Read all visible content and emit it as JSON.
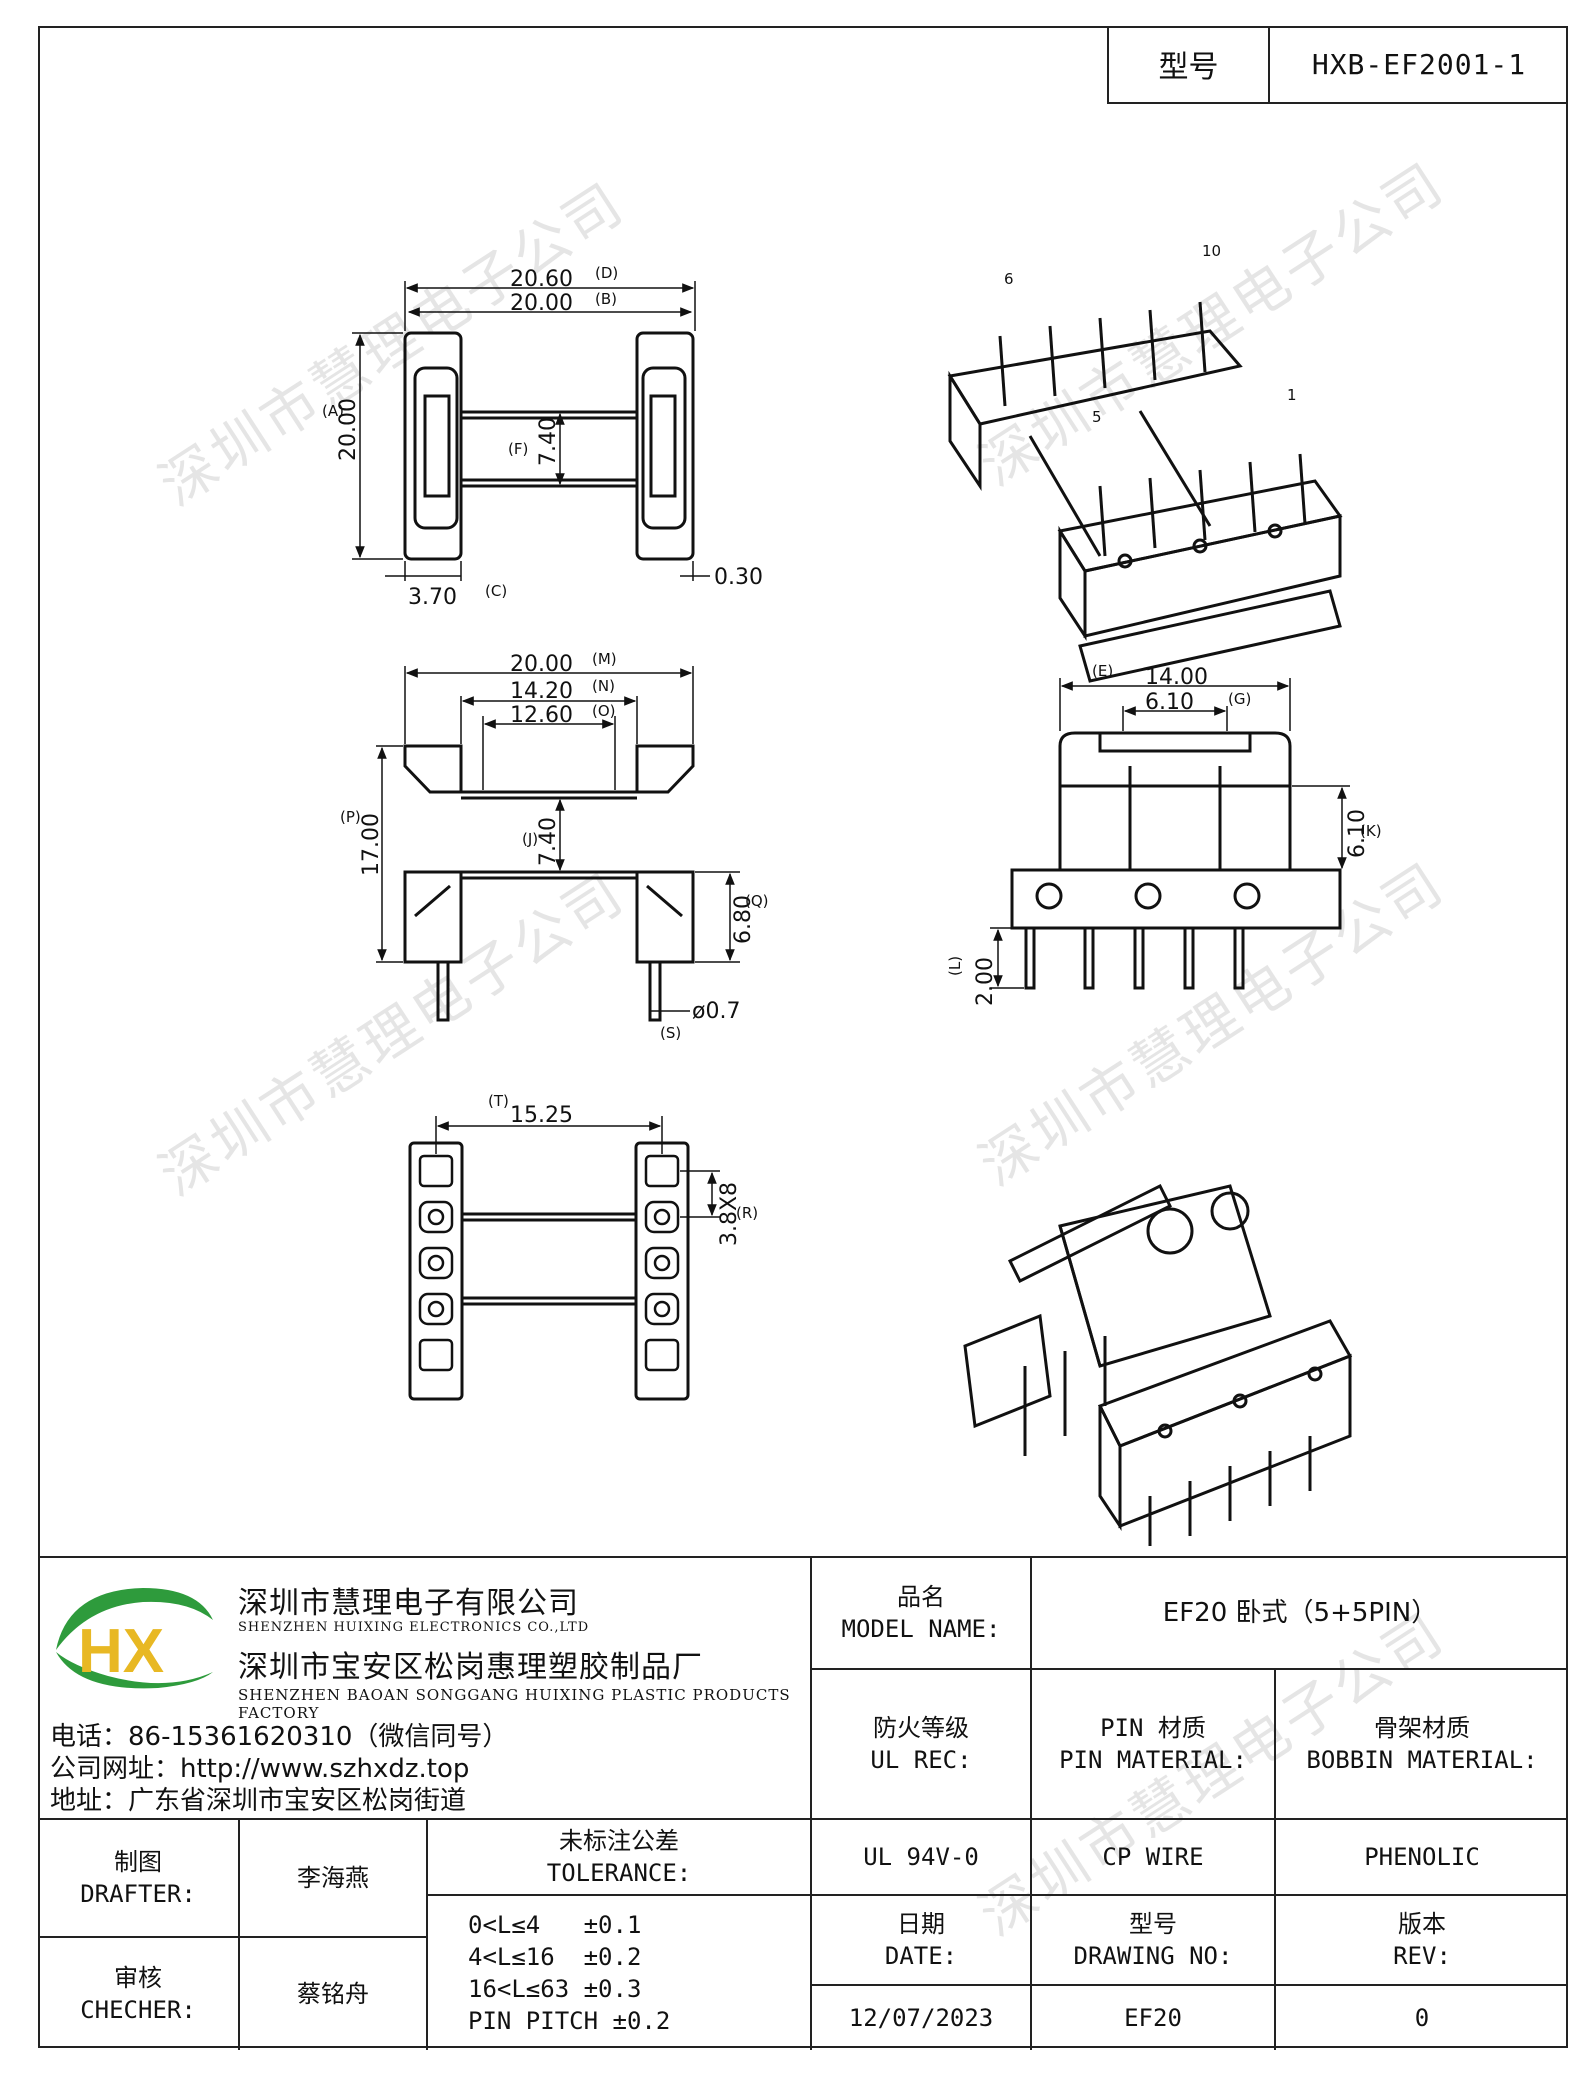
{
  "header": {
    "model_label": "型号",
    "model_value": "HXB-EF2001-1"
  },
  "watermark": "深圳市慧理电子公司",
  "drawing": {
    "top_view": {
      "d": "20.60",
      "d_tag": "(D)",
      "b": "20.00",
      "b_tag": "(B)",
      "a": "20.00",
      "a_tag": "(A)",
      "f": "7.40",
      "f_tag": "(F)",
      "c": "3.70",
      "c_tag": "(C)",
      "t": "0.30"
    },
    "front_view": {
      "m": "20.00",
      "m_tag": "(M)",
      "n": "14.20",
      "n_tag": "(N)",
      "o": "12.60",
      "o_tag": "(O)",
      "p": "17.00",
      "p_tag": "(P)",
      "j": "7.40",
      "j_tag": "(J)",
      "q": "6.80",
      "q_tag": "(Q)",
      "s": "ø0.7",
      "s_tag": "(S)"
    },
    "side_view": {
      "e": "14.00",
      "e_tag": "(E)",
      "g": "6.10",
      "g_tag": "(G)",
      "k": "6.10",
      "k_tag": "(K)",
      "l": "2.00",
      "l_tag": "(L)"
    },
    "bottom_view": {
      "t": "15.25",
      "t_tag": "(T)",
      "r": "3.8X8",
      "r_tag": "(R)"
    },
    "iso_labels": {
      "p6": "6",
      "p10": "10",
      "p5": "5",
      "p1": "1"
    }
  },
  "company": {
    "name_cn": "深圳市慧理电子有限公司",
    "name_en": "SHENZHEN HUIXING ELECTRONICS CO.,LTD",
    "factory_cn": "深圳市宝安区松岗惠理塑胶制品厂",
    "factory_en": "SHENZHEN BAOAN SONGGANG HUIXING PLASTIC PRODUCTS FACTORY",
    "phone": "电话：86-15361620310（微信同号）",
    "web": "公司网址：http://www.szhxdz.top",
    "address": "地址：广东省深圳市宝安区松岗街道",
    "logo_text": "HX"
  },
  "title_block": {
    "model_name_cn": "品名",
    "model_name_en": "MODEL NAME:",
    "model_name_value": "EF20 卧式（5+5PIN）",
    "ul_cn": "防火等级",
    "ul_en": "UL REC:",
    "pin_cn": "PIN 材质",
    "pin_en": "PIN MATERIAL:",
    "bobbin_cn": "骨架材质",
    "bobbin_en": "BOBBIN MATERIAL:",
    "ul_value": "UL 94V-0",
    "pin_value": "CP WIRE",
    "bobbin_value": "PHENOLIC",
    "drafter_cn": "制图",
    "drafter_en": "DRAFTER:",
    "drafter_name": "李海燕",
    "checker_cn": "审核",
    "checker_en": "CHECHER:",
    "checker_name": "蔡铭舟",
    "tol_cn": "未标注公差",
    "tol_en": "TOLERANCE:",
    "tol_lines": [
      "0<L≤4   ±0.1",
      "4<L≤16  ±0.2",
      "16<L≤63 ±0.3",
      "PIN PITCH ±0.2"
    ],
    "date_cn": "日期",
    "date_en": "DATE:",
    "date_value": "12/07/2023",
    "dwg_cn": "型号",
    "dwg_en": "DRAWING NO:",
    "dwg_value": "EF20",
    "rev_cn": "版本",
    "rev_en": "REV:",
    "rev_value": "0"
  }
}
